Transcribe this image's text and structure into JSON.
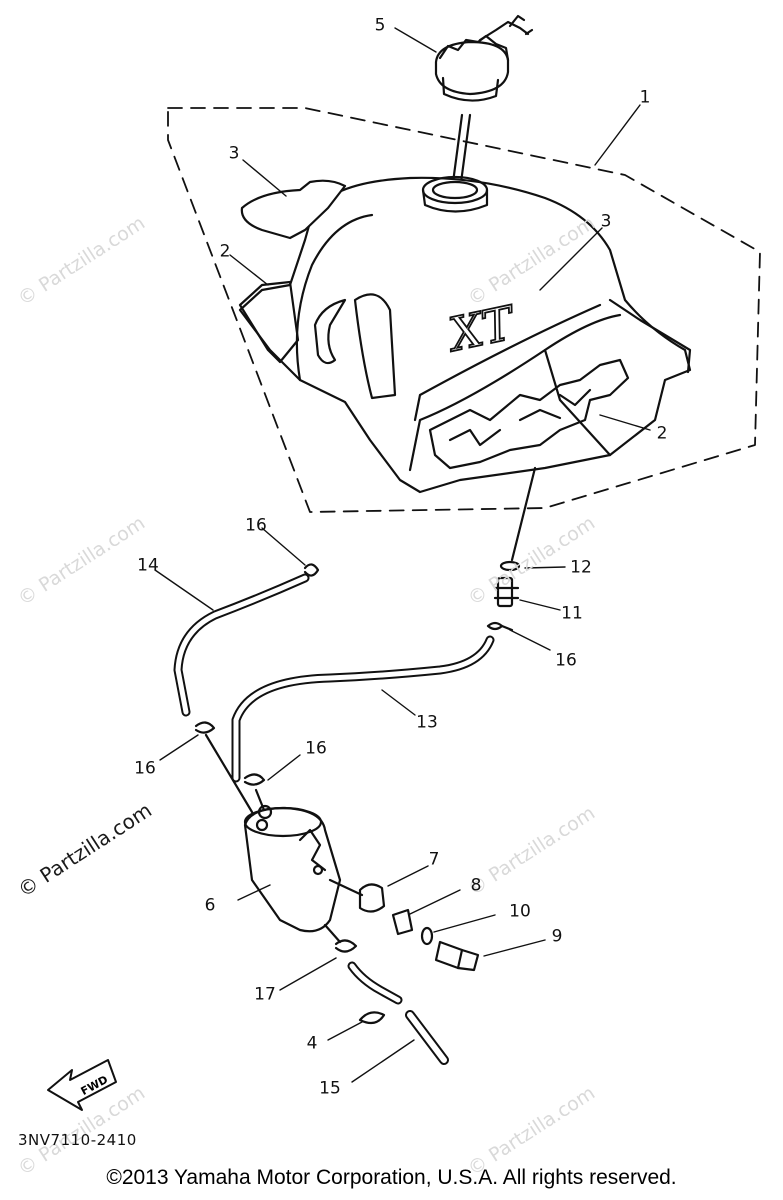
{
  "callouts": [
    {
      "id": "c5",
      "text": "5"
    },
    {
      "id": "c1",
      "text": "1"
    },
    {
      "id": "c3a",
      "text": "3"
    },
    {
      "id": "c3b",
      "text": "3"
    },
    {
      "id": "c2a",
      "text": "2"
    },
    {
      "id": "c2b",
      "text": "2"
    },
    {
      "id": "c16a",
      "text": "16"
    },
    {
      "id": "c14",
      "text": "14"
    },
    {
      "id": "c12",
      "text": "12"
    },
    {
      "id": "c11",
      "text": "11"
    },
    {
      "id": "c16b",
      "text": "16"
    },
    {
      "id": "c13",
      "text": "13"
    },
    {
      "id": "c16c",
      "text": "16"
    },
    {
      "id": "c16d",
      "text": "16"
    },
    {
      "id": "c7",
      "text": "7"
    },
    {
      "id": "c8",
      "text": "8"
    },
    {
      "id": "c6",
      "text": "6"
    },
    {
      "id": "c10",
      "text": "10"
    },
    {
      "id": "c9",
      "text": "9"
    },
    {
      "id": "c17",
      "text": "17"
    },
    {
      "id": "c4",
      "text": "4"
    },
    {
      "id": "c15",
      "text": "15"
    }
  ],
  "tank_emblem": "XT",
  "fwd_label": "FWD",
  "part_code": "3NV7110-2410",
  "watermark_text": "© Partzilla.com",
  "copyright": "©2013  Yamaha Motor Corporation, U.S.A. All rights reserved.",
  "colors": {
    "ink": "#111111",
    "watermark": "#d9d9d9"
  }
}
